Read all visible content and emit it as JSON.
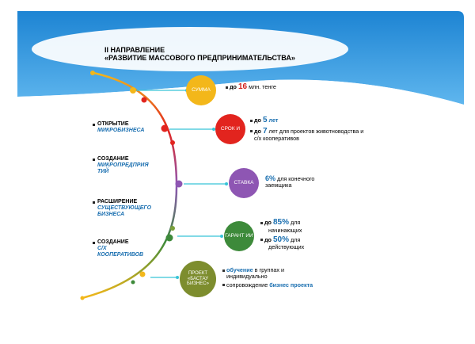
{
  "title": {
    "line1": "II НАПРАВЛЕНИЕ",
    "line2": "«РАЗВИТИЕ МАССОВОГО ПРЕДПРИНИМАТЕЛЬСТВА»"
  },
  "left_items": [
    {
      "head": "ОТКРЫТИЕ",
      "sub1": "МИКРОБИЗНЕСА",
      "sub2": ""
    },
    {
      "head": "СОЗДАНИЕ",
      "sub1": "МИКРОПРЕДПРИЯ",
      "sub2": "ТИЙ"
    },
    {
      "head": "РАСШИРЕНИЕ",
      "sub1": "СУЩЕСТВУЮЩЕГО",
      "sub2": "БИЗНЕСА"
    },
    {
      "head": "СОЗДАНИЕ",
      "sub1": "С/Х",
      "sub2": "КООПЕРАТИВОВ"
    }
  ],
  "circles": [
    {
      "label": "СУММА",
      "color": "#f3b71a"
    },
    {
      "label": "СРОК И",
      "color": "#e2241e"
    },
    {
      "label": "СТАВКА",
      "color": "#8e56b3"
    },
    {
      "label": "ГАРАНТ ИИ",
      "color": "#3d8a3a"
    },
    {
      "label": "ПРОЕКТ «БАСТАУ БИЗНЕС»",
      "color": "#7d8d2e"
    }
  ],
  "info": {
    "sum": {
      "prefix": "до ",
      "value": "16",
      "suffix": " млн. тенге"
    },
    "term": {
      "l1_prefix": "до ",
      "l1_value": "5",
      "l1_suffix": " лет",
      "l2_prefix": "до ",
      "l2_value": "7",
      "l2_suffix": " лет для проектов животноводства и",
      "l3": "с/х кооперативов"
    },
    "rate": {
      "value": "6%",
      "l1": " для конечного",
      "l2": "заемщика"
    },
    "guarantee": {
      "l1_prefix": "до ",
      "l1_value": "85%",
      "l1_suffix": " для",
      "l1b": "начинающих",
      "l2_prefix": "до ",
      "l2_value": "50%",
      "l2_suffix": " для",
      "l2b": "действующих"
    },
    "project": {
      "l1_bold": "обучение",
      "l1_rest": " в группах и",
      "l1b": "индивидуально",
      "l2_rest": "сопровождение ",
      "l2_bold": "бизнес проекта"
    }
  },
  "colors": {
    "sky": "#2b8fd6",
    "accent_blue": "#1a6fb0",
    "accent_red": "#d0201b",
    "connector": "#38c4d8"
  }
}
